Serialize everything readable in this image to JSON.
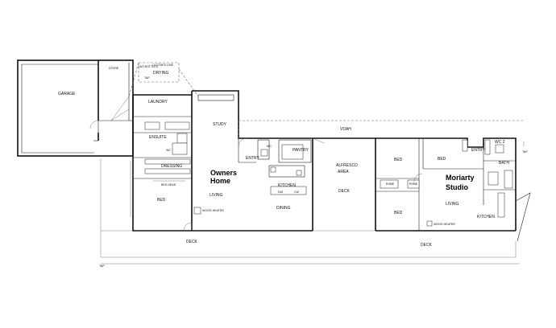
{
  "rooms": {
    "garage": "GARAGE",
    "store": "STORE",
    "clothes_line": "CLOTHES LINE",
    "gas_bottles": "GAS BOTTLES",
    "drying": "DRYING",
    "laundry": "LAUNDRY",
    "study": "STUDY",
    "vdah": "VDAH",
    "ensuite": "ENSUITE",
    "wc": "WC",
    "dressing": "DRESSING",
    "bed_head": "BED HEAD",
    "bed": "BED",
    "entry": "ENTRY",
    "pantry": "PANTRY",
    "kitchen": "KITCHEN",
    "living": "LIVING",
    "dining": "DINING",
    "wood_heater": "WOOD HEATER",
    "alfresco": "ALFRESCO",
    "area": "AREA",
    "deck": "DECK",
    "robe": "ROBE",
    "wc2": "WC 2",
    "bath": "BATH",
    "tap": "TAP",
    "dw": "DW",
    "cw": "CW"
  },
  "titles": {
    "owners_line1": "Owners",
    "owners_line2": "Home",
    "studio_line1": "Moriarty",
    "studio_line2": "Studio"
  }
}
